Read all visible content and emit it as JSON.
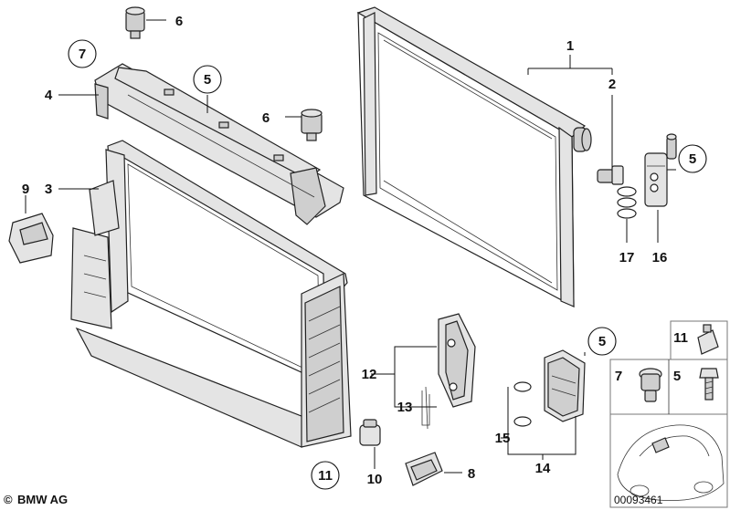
{
  "callouts": {
    "c1": "1",
    "c2": "2",
    "c3": "3",
    "c4": "4",
    "c5a": "5",
    "c5b": "5",
    "c5c": "5",
    "c5d": "5",
    "c6a": "6",
    "c6b": "6",
    "c7a": "7",
    "c7b": "7",
    "c8": "8",
    "c9": "9",
    "c10": "10",
    "c11a": "11",
    "c11b": "11",
    "c12": "12",
    "c13": "13",
    "c14": "14",
    "c15": "15",
    "c16": "16",
    "c17": "17"
  },
  "footer": {
    "copyright_symbol": "©",
    "brand": "BMW AG",
    "document_number": "00093461"
  }
}
